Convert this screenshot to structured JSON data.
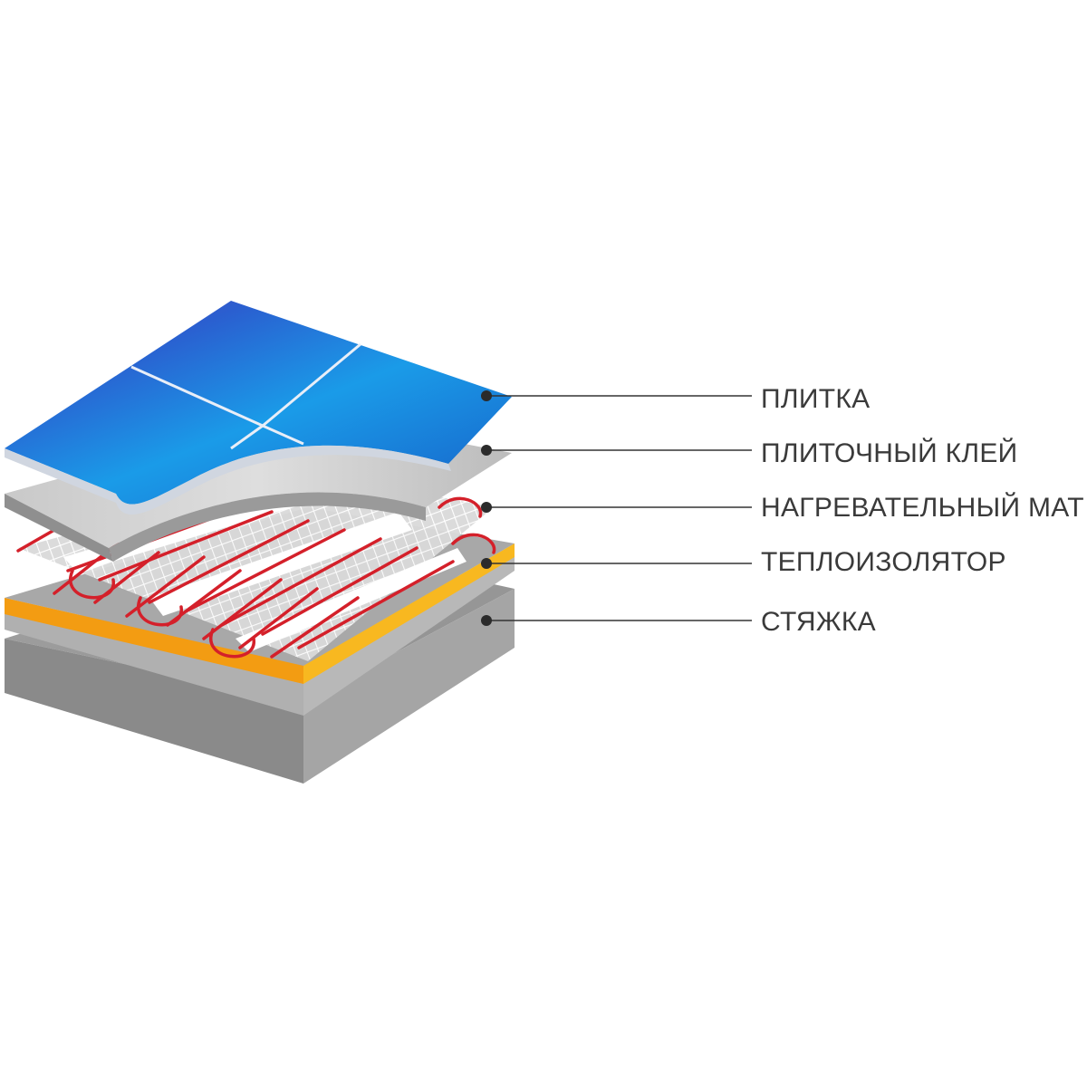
{
  "layers": [
    {
      "id": "tile",
      "label": "ПЛИТКА"
    },
    {
      "id": "adhesive",
      "label": "ПЛИТОЧНЫЙ КЛЕЙ"
    },
    {
      "id": "heating_mat",
      "label": "НАГРЕВАТЕЛЬНЫЙ МАТ"
    },
    {
      "id": "insulator",
      "label": "ТЕПЛОИЗОЛЯТОР"
    },
    {
      "id": "screed",
      "label": "СТЯЖКА"
    }
  ],
  "colors": {
    "tile": "#1f6fd1",
    "adhesive": "#b5b5b5",
    "cable": "#d4202a",
    "insulator": "#f5a21a",
    "screed": "#9a9a9a",
    "leader": "#333333"
  }
}
